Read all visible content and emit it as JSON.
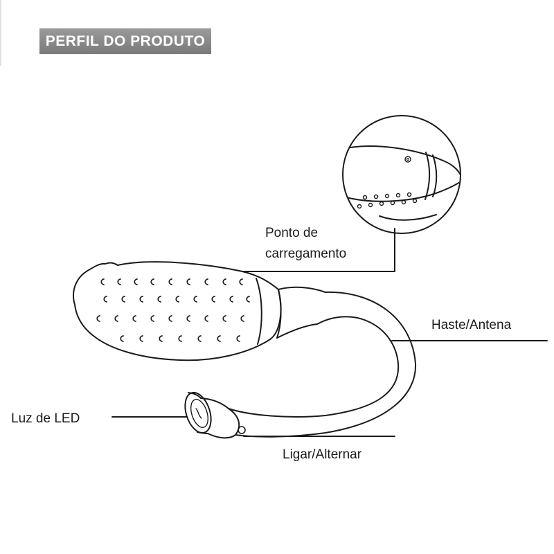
{
  "header": {
    "title": "PERFIL DO PRODUTO"
  },
  "labels": {
    "charging_point_line1": "Ponto de",
    "charging_point_line2": "carregamento",
    "antenna": "Haste/Antena",
    "led": "Luz de LED",
    "power": "Ligar/Alternar"
  },
  "colors": {
    "badge": "#8a8a8a",
    "line": "#1a1a1a"
  }
}
